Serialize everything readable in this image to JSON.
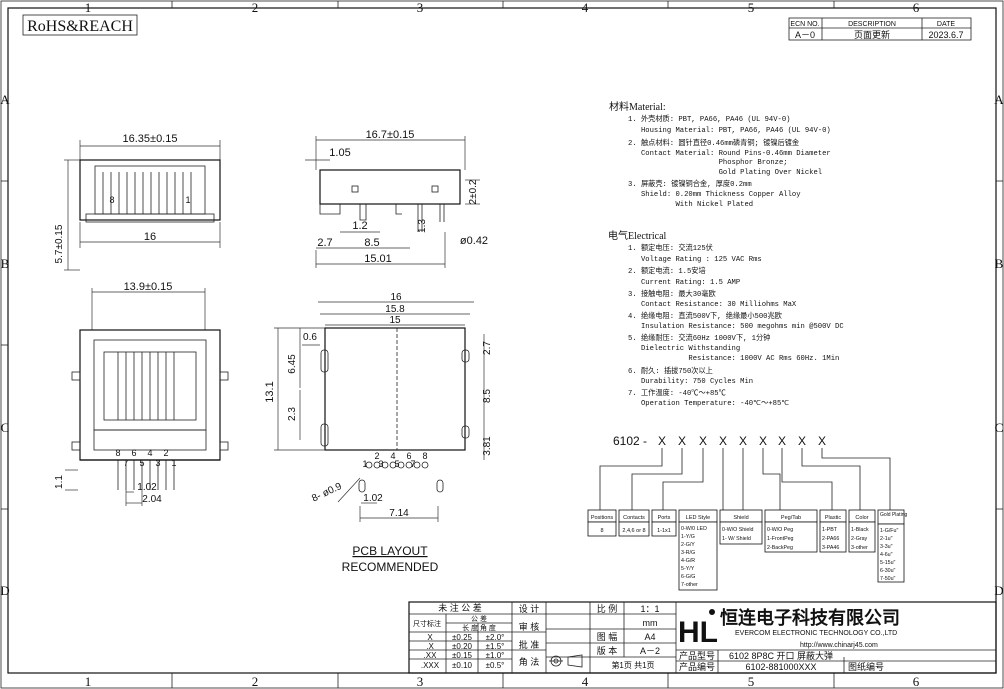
{
  "border": {
    "columns": [
      "1",
      "2",
      "3",
      "4",
      "5",
      "6"
    ],
    "rows": [
      "A",
      "B",
      "C",
      "D"
    ]
  },
  "compliance_label": "RoHS&REACH",
  "revision_table": {
    "headers": [
      "ECN NO.",
      "DESCRIPTION",
      "DATE"
    ],
    "row": [
      "A－0",
      "页面更新",
      "2023.6.7"
    ]
  },
  "dimensions": {
    "top_view": {
      "overall_width": "16.35±0.15",
      "base_width": "16",
      "height": "5.7±0.15",
      "pin_left": "8",
      "pin_right": "1"
    },
    "side_view": {
      "total_length": "16.7±0.15",
      "offset": "1.05",
      "height": "2±0.2",
      "pin_span": "1.2",
      "pin_drop": "1.3",
      "pitch_a": "2.7",
      "pitch_b": "8.5",
      "pin_dia": "ø0.42",
      "depth": "15.01"
    },
    "front_view": {
      "width": "13.9±0.15",
      "pin_labels": [
        "8",
        "7",
        "6",
        "5",
        "4",
        "3",
        "2",
        "1"
      ],
      "pitch_small": "1.02",
      "pitch_double": "2.04",
      "pin_height": "1.1"
    },
    "pcb_layout": {
      "width_16": "16",
      "width_158": "15.8",
      "width_15": "15",
      "offset_06": "0.6",
      "dist_645": "6.45",
      "height_131": "13.1",
      "dist_23": "2.3",
      "top_27": "2.7",
      "mid_85": "8.5",
      "bottom_381": "3.81",
      "hole_dia": "8- ø0.9",
      "pitch": "1.02",
      "span": "7.14",
      "even_pins": [
        "2",
        "4",
        "6",
        "8"
      ],
      "odd_pins": [
        "1",
        "3",
        "5",
        "7"
      ],
      "title_line1": "PCB LAYOUT",
      "title_line2": "RECOMMENDED"
    }
  },
  "material": {
    "title": "材料Material:",
    "lines": [
      "1. 外壳材质: PBT, PA66, PA46 (UL 94V-0)",
      "   Housing Material: PBT, PA66, PA46 (UL 94V-0)",
      "2. 触点材料: 圆针直径0.46mm磷青铜; 镀镍后镀金",
      "   Contact Material: Round Pins-0.46mm Diameter",
      "                     Phosphor Bronze;",
      "                     Gold Plating Over Nickel",
      "3. 屏蔽壳: 镀镍铜合金, 厚度0.2mm",
      "   Shield: 0.20mm Thickness Copper Alloy",
      "           With Nickel Plated"
    ]
  },
  "electrical": {
    "title": "电气Electrical",
    "lines": [
      "1. 额定电压: 交流125伏",
      "   Voltage Rating : 125 VAC Rms",
      "2. 额定电流: 1.5安培",
      "   Current Rating: 1.5 AMP",
      "3. 接触电阻: 最大30毫欧",
      "   Contact Resistance: 30 Milliohms MaX",
      "4. 绝缘电阻: 直流500V下, 绝缘最小500兆欧",
      "   Insulation Resistance: 500 megohms min @500V DC",
      "5. 绝缘耐压: 交流60Hz 1000V下, 1分钟",
      "   Dielectric Withstanding",
      "              Resistance: 1000V AC Rms 60Hz. 1Min",
      "6. 耐久: 插拔750次以上",
      "   Durability: 750 Cycles Min",
      "7. 工作温度: -40℃～+85℃",
      "   Operation Temperature: -40℃～+85℃"
    ]
  },
  "part_code": {
    "prefix": "6102 -",
    "slots": [
      "X",
      "X",
      "X",
      "X",
      "X",
      "X",
      "X",
      "X",
      "X"
    ],
    "boxes": [
      {
        "header": "Positions",
        "options": [
          "8"
        ]
      },
      {
        "header": "Contacts",
        "options": [
          "2,4,6 or 8"
        ]
      },
      {
        "header": "Ports",
        "options": [
          "1-1x1"
        ]
      },
      {
        "header": "LED Style",
        "options": [
          "0-W/0 LED",
          "1-Y/G",
          "2-G/Y",
          "3-R/G",
          "4-G/R",
          "5-Y/Y",
          "6-G/G",
          "7-other"
        ]
      },
      {
        "header": "Shield",
        "options": [
          "0-W/O Shield",
          "1- W/ Shield"
        ]
      },
      {
        "header": "Peg/Tab",
        "options": [
          "0-W/O  Peg",
          "1-FrontPeg",
          "2-BackPeg"
        ]
      },
      {
        "header": "Plastic",
        "options": [
          "1-PBT",
          "2-PA66",
          "3-PA46"
        ]
      },
      {
        "header": "Color",
        "options": [
          "1-Black",
          "2-Gray",
          "3-other"
        ]
      },
      {
        "header": "Gold Plating",
        "options": [
          "1-G/Fu\"",
          "2-1u\"",
          "3-3u\"",
          "4-6u\"",
          "5-15u\"",
          "6-30u\"",
          "7-50u\""
        ]
      }
    ]
  },
  "title_block": {
    "tolerance_title": "未 注 公 差",
    "size_label": "尺寸标注",
    "tol_header": "公 差",
    "tol_subheader": "长 度 角 度",
    "tolerances": [
      {
        "sym": "X",
        "length": "±0.25",
        "angle": "±2.0°"
      },
      {
        "sym": ".X",
        "length": "±0.20",
        "angle": "±1.5°"
      },
      {
        "sym": ".XX",
        "length": "±0.15",
        "angle": "±1.0°"
      },
      {
        "sym": ".XXX",
        "length": "±0.10",
        "angle": "±0.5°"
      }
    ],
    "design": "设 计",
    "review": "审 核",
    "approve": "批 准",
    "angle_method": "角 法",
    "scale_label": "比 例",
    "scale_value": "1：1",
    "unit_value": "mm",
    "sheet_label": "图 幅",
    "sheet_value": "A4",
    "version_label": "版 本",
    "version_value": "A－2",
    "page_info": "第1页 共1页",
    "company_logo": "HL",
    "company_cn": "恒连电子科技有限公司",
    "company_en": "EVERCOM ELECTRONIC TECHNOLOGY CO.,LTD",
    "website": "http://www.chinarj45.com",
    "model_label": "产品型号",
    "model_value": "6102 8P8C 开口 屏蔽大弹",
    "code_label": "产品编号",
    "code_value": "6102-881000XXX",
    "drawing_no_label": "图纸编号"
  }
}
